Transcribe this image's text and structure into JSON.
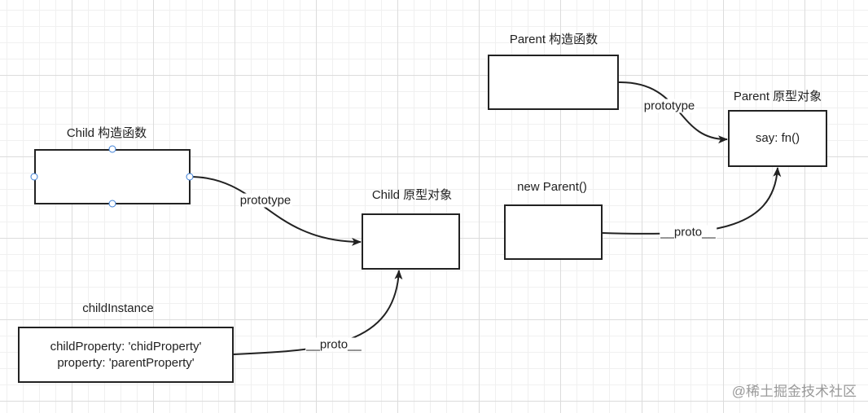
{
  "nodes": {
    "parent_constructor": {
      "title": "Parent 构造函数",
      "content": []
    },
    "parent_prototype": {
      "title": "Parent 原型对象",
      "content": [
        "say: fn()"
      ]
    },
    "child_constructor": {
      "title": "Child 构造函数",
      "content": []
    },
    "child_prototype": {
      "title": "Child 原型对象",
      "content": []
    },
    "new_parent": {
      "title": "new Parent()",
      "content": []
    },
    "child_instance": {
      "title": "childInstance",
      "content": [
        "childProperty: 'chidProperty'",
        "property: 'parentProperty'"
      ]
    }
  },
  "edges": [
    {
      "from": "parent_constructor",
      "to": "parent_prototype",
      "label": "prototype"
    },
    {
      "from": "child_constructor",
      "to": "child_prototype",
      "label": "prototype"
    },
    {
      "from": "new_parent",
      "to": "parent_prototype",
      "label": "__proto__"
    },
    {
      "from": "child_instance",
      "to": "child_prototype",
      "label": "__proto__"
    }
  ],
  "watermark": "@稀土掘金技术社区",
  "colors": {
    "stroke": "#222222",
    "handle": "#3d7fd6",
    "grid": "#dcdcdc"
  }
}
